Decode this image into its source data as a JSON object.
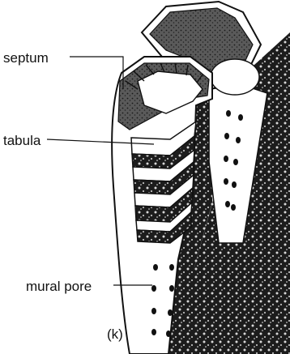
{
  "figure": {
    "labels": {
      "septum": "septum",
      "tabula": "tabula",
      "mural_pore": "mural pore",
      "panel": "(k)"
    }
  }
}
